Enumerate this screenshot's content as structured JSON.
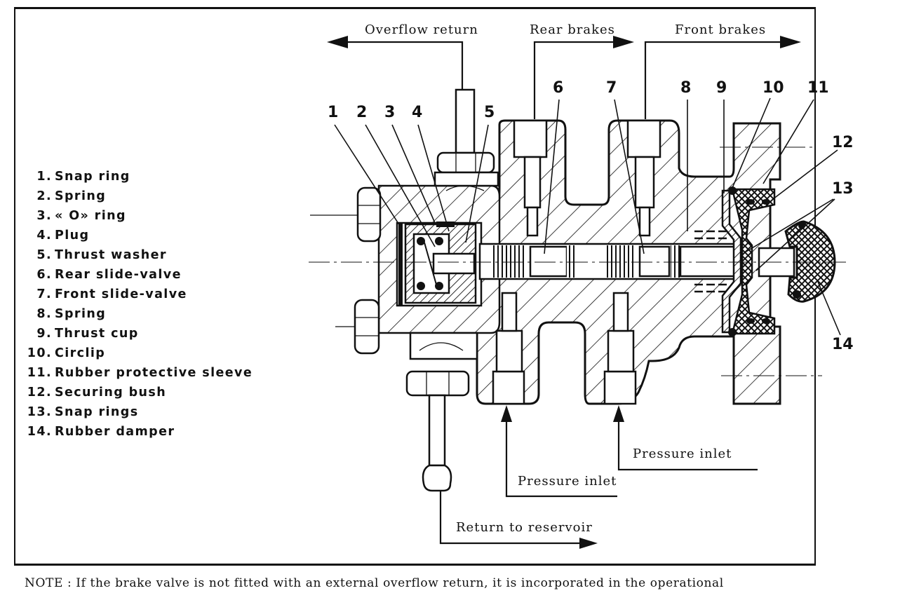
{
  "figure": {
    "type": "sectional-diagram",
    "subject": "Brake valve"
  },
  "legend": {
    "items": [
      {
        "number": "1.",
        "label": "Snap ring"
      },
      {
        "number": "2.",
        "label": "Spring"
      },
      {
        "number": "3.",
        "label": "« O» ring"
      },
      {
        "number": "4.",
        "label": "Plug"
      },
      {
        "number": "5.",
        "label": "Thrust washer"
      },
      {
        "number": "6.",
        "label": "Rear slide-valve"
      },
      {
        "number": "7.",
        "label": "Front slide-valve"
      },
      {
        "number": "8.",
        "label": "Spring"
      },
      {
        "number": "9.",
        "label": "Thrust cup"
      },
      {
        "number": "10.",
        "label": "Circlip"
      },
      {
        "number": "11.",
        "label": "Rubber protective sleeve"
      },
      {
        "number": "12.",
        "label": "Securing bush"
      },
      {
        "number": "13.",
        "label": "Snap rings"
      },
      {
        "number": "14.",
        "label": "Rubber damper"
      }
    ]
  },
  "flow_labels": {
    "overflow_return": "Overflow return",
    "rear_brakes": "Rear brakes",
    "front_brakes": "Front brakes",
    "pressure_inlet_front": "Pressure inlet",
    "pressure_inlet_rear": "Pressure inlet",
    "return_to_reservoir": "Return to reservoir"
  },
  "callouts": {
    "c1": "1",
    "c2": "2",
    "c3": "3",
    "c4": "4",
    "c5": "5",
    "c6": "6",
    "c7": "7",
    "c8": "8",
    "c9": "9",
    "c10": "10",
    "c11": "11",
    "c12": "12",
    "c13": "13",
    "c14": "14"
  },
  "note": "NOTE : If the brake valve is not fitted with an external overflow return, it is incorporated in the operational"
}
